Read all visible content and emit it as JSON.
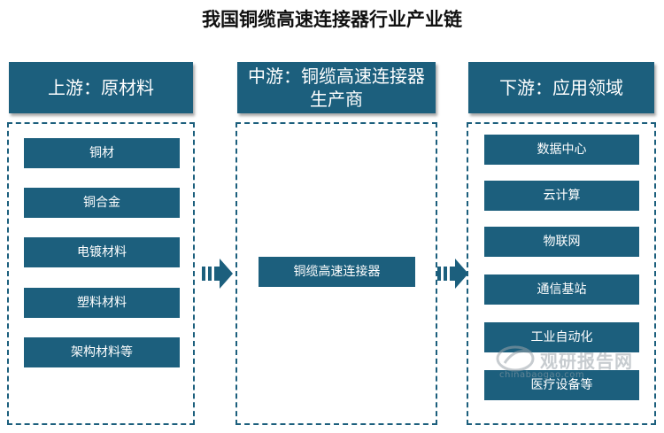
{
  "title": "我国铜缆高速连接器行业产业链",
  "upstream": {
    "header": "上游：原材料",
    "items": [
      "铜材",
      "铜合金",
      "电镀材料",
      "塑料材料",
      "架构材料等"
    ]
  },
  "midstream": {
    "header": "中游：铜缆高速连接器生产商",
    "items": [
      "铜缆高速连接器"
    ]
  },
  "downstream": {
    "header": "下游：应用领域",
    "items": [
      "数据中心",
      "云计算",
      "物联网",
      "通信基站",
      "工业自动化",
      "医疗设备等"
    ]
  },
  "watermark": {
    "brand": "观研报告网",
    "url": "chinabaogao.com"
  },
  "colors": {
    "primary": "#1c5f7d",
    "arrow": "#1c5f7d"
  }
}
